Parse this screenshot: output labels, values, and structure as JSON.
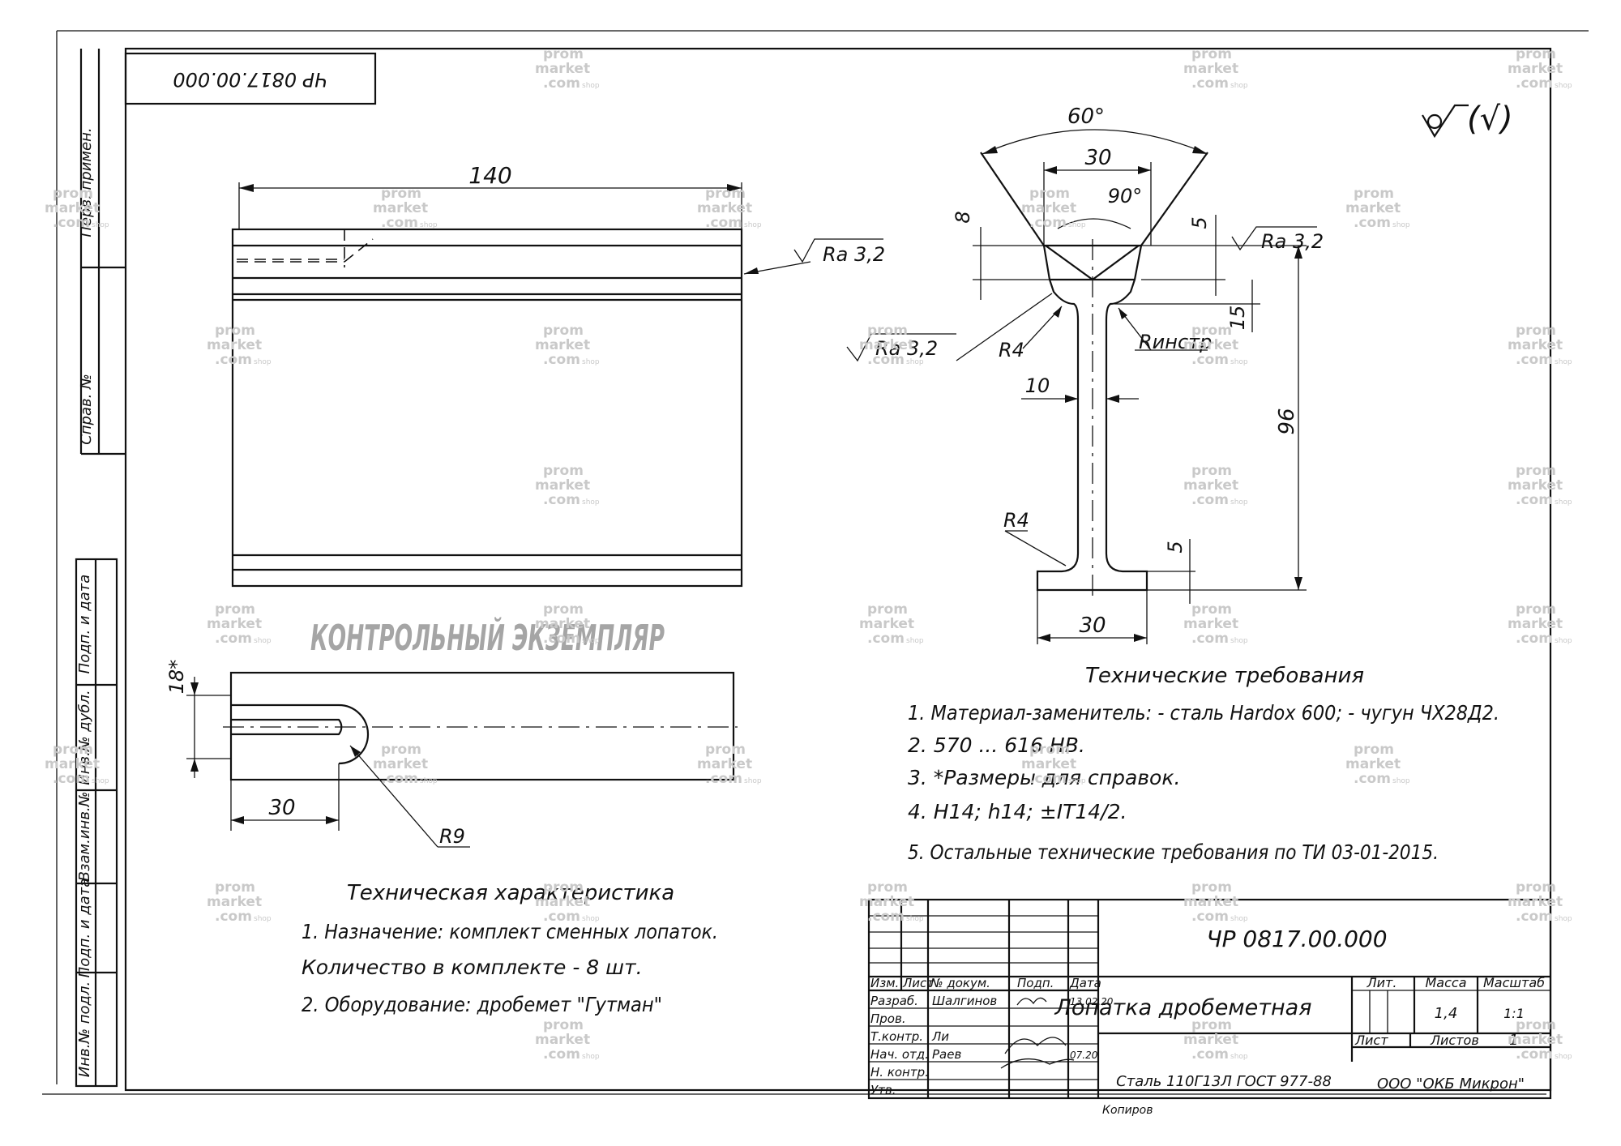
{
  "stamp_code": "ЧР 0817.00.000",
  "side_labels": {
    "perv_primen": "Перв. примен.",
    "sprav": "Справ. №",
    "podp_data_1": "Подп. и дата",
    "inv_dubl": "Инв.№ дубл.",
    "vzam_inv": "Взам.инв.№",
    "podp_data_2": "Подп. и дата",
    "inv_podl": "Инв.№ подл."
  },
  "roughness_general": "∀(√)",
  "views": {
    "front": {
      "length": "140",
      "roughness": "Ra 3,2"
    },
    "profile": {
      "angle_top": "60°",
      "width_top": "30",
      "angle_inner": "90°",
      "dim_8": "8",
      "dim_5_top": "5",
      "roughness_right": "Ra 3,2",
      "dim_15": "15",
      "roughness_left": "Ra 3,2",
      "radius_r4_top": "R4",
      "radius_tool": "Rинстр",
      "web_thickness": "10",
      "height": "96",
      "radius_r4_bottom": "R4",
      "dim_5_bottom": "5",
      "base_width": "30"
    },
    "plan": {
      "width_ref": "18*",
      "slot_length": "30",
      "radius": "R9"
    }
  },
  "control_stamp": "КОНТРОЛЬНЫЙ ЭКЗЕМПЛЯР",
  "tech_requirements": {
    "title": "Технические требования",
    "items": [
      "1. Материал-заменитель: - сталь Hardox 600; - чугун ЧХ28Д2.",
      "2. 570 ... 616 HB.",
      "3. *Размеры для справок.",
      "4. H14; h14; ±IT14/2.",
      "5. Остальные технические требования по ТИ 03-01-2015."
    ]
  },
  "tech_characteristics": {
    "title": "Техническая характеристика",
    "lines": [
      "1.    Назначение: комплект сменных лопаток.",
      "Количество в комплекте - 8 шт.",
      "2.    Оборудование: дробемет \"Гутман\""
    ]
  },
  "title_block": {
    "designation": "ЧР 0817.00.000",
    "name": "Лопатка дробеметная",
    "material": "Сталь 110Г13Л ГОСТ 977-88",
    "organization": "ООО \"ОКБ Микрон\"",
    "headers": {
      "izm": "Изм.",
      "list": "Лист",
      "dokum": "№ докум.",
      "podp": "Подп.",
      "data": "Дата",
      "lit": "Лит.",
      "massa": "Масса",
      "masshtab": "Масштаб",
      "list_cell": "Лист",
      "listov": "Листов"
    },
    "roles": [
      "Разраб.",
      "Пров.",
      "Т.контр.",
      "Нач. отд.",
      "Н. контр.",
      "Утв."
    ],
    "names": [
      "Шалгинов",
      "",
      "Ли",
      "Раев",
      "",
      ""
    ],
    "dates": [
      "13.02.20",
      "",
      "",
      "07.20",
      "",
      ""
    ],
    "mass": "1,4",
    "scale": "1:1",
    "sheets_total": "1"
  },
  "watermark": {
    "line1": "prom",
    "line2": "market",
    "line3": ".com",
    "suffix": "shop"
  },
  "footer_partial": "Копиров"
}
